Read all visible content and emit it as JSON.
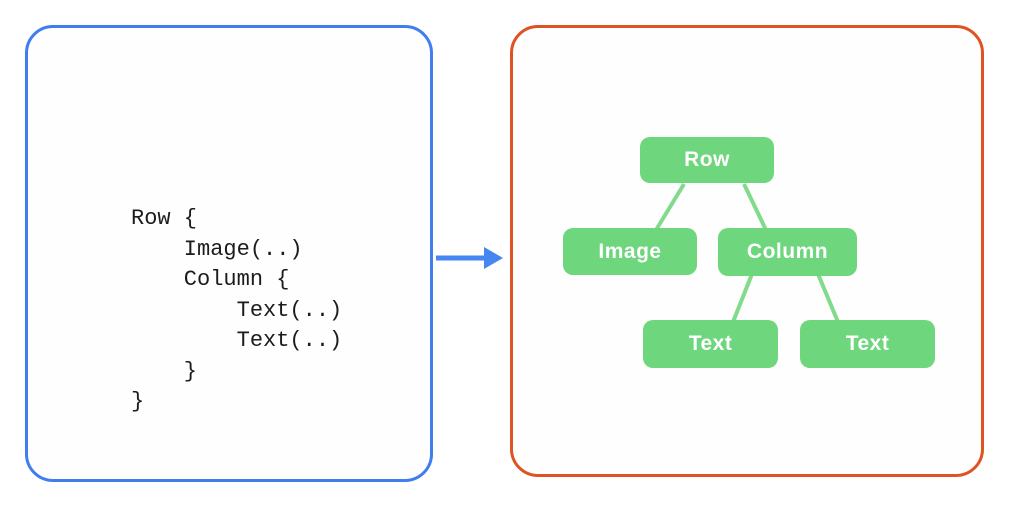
{
  "left_panel": {
    "border_color": "#3f7df0",
    "code_lines": [
      "Row {",
      "    Image(..)",
      "    Column {",
      "        Text(..)",
      "        Text(..)",
      "    }",
      "}"
    ]
  },
  "arrow": {
    "color": "#4586f0",
    "direction": "right"
  },
  "right_panel": {
    "border_color": "#dd5321",
    "tree": {
      "node_fill": "#6ed67d",
      "edge_color": "#80db8a",
      "label_color": "#ffffff",
      "nodes": [
        {
          "id": "row",
          "label": "Row"
        },
        {
          "id": "image",
          "label": "Image"
        },
        {
          "id": "column",
          "label": "Column"
        },
        {
          "id": "text1",
          "label": "Text"
        },
        {
          "id": "text2",
          "label": "Text"
        }
      ],
      "edges": [
        [
          "row",
          "image"
        ],
        [
          "row",
          "column"
        ],
        [
          "column",
          "text1"
        ],
        [
          "column",
          "text2"
        ]
      ]
    }
  }
}
